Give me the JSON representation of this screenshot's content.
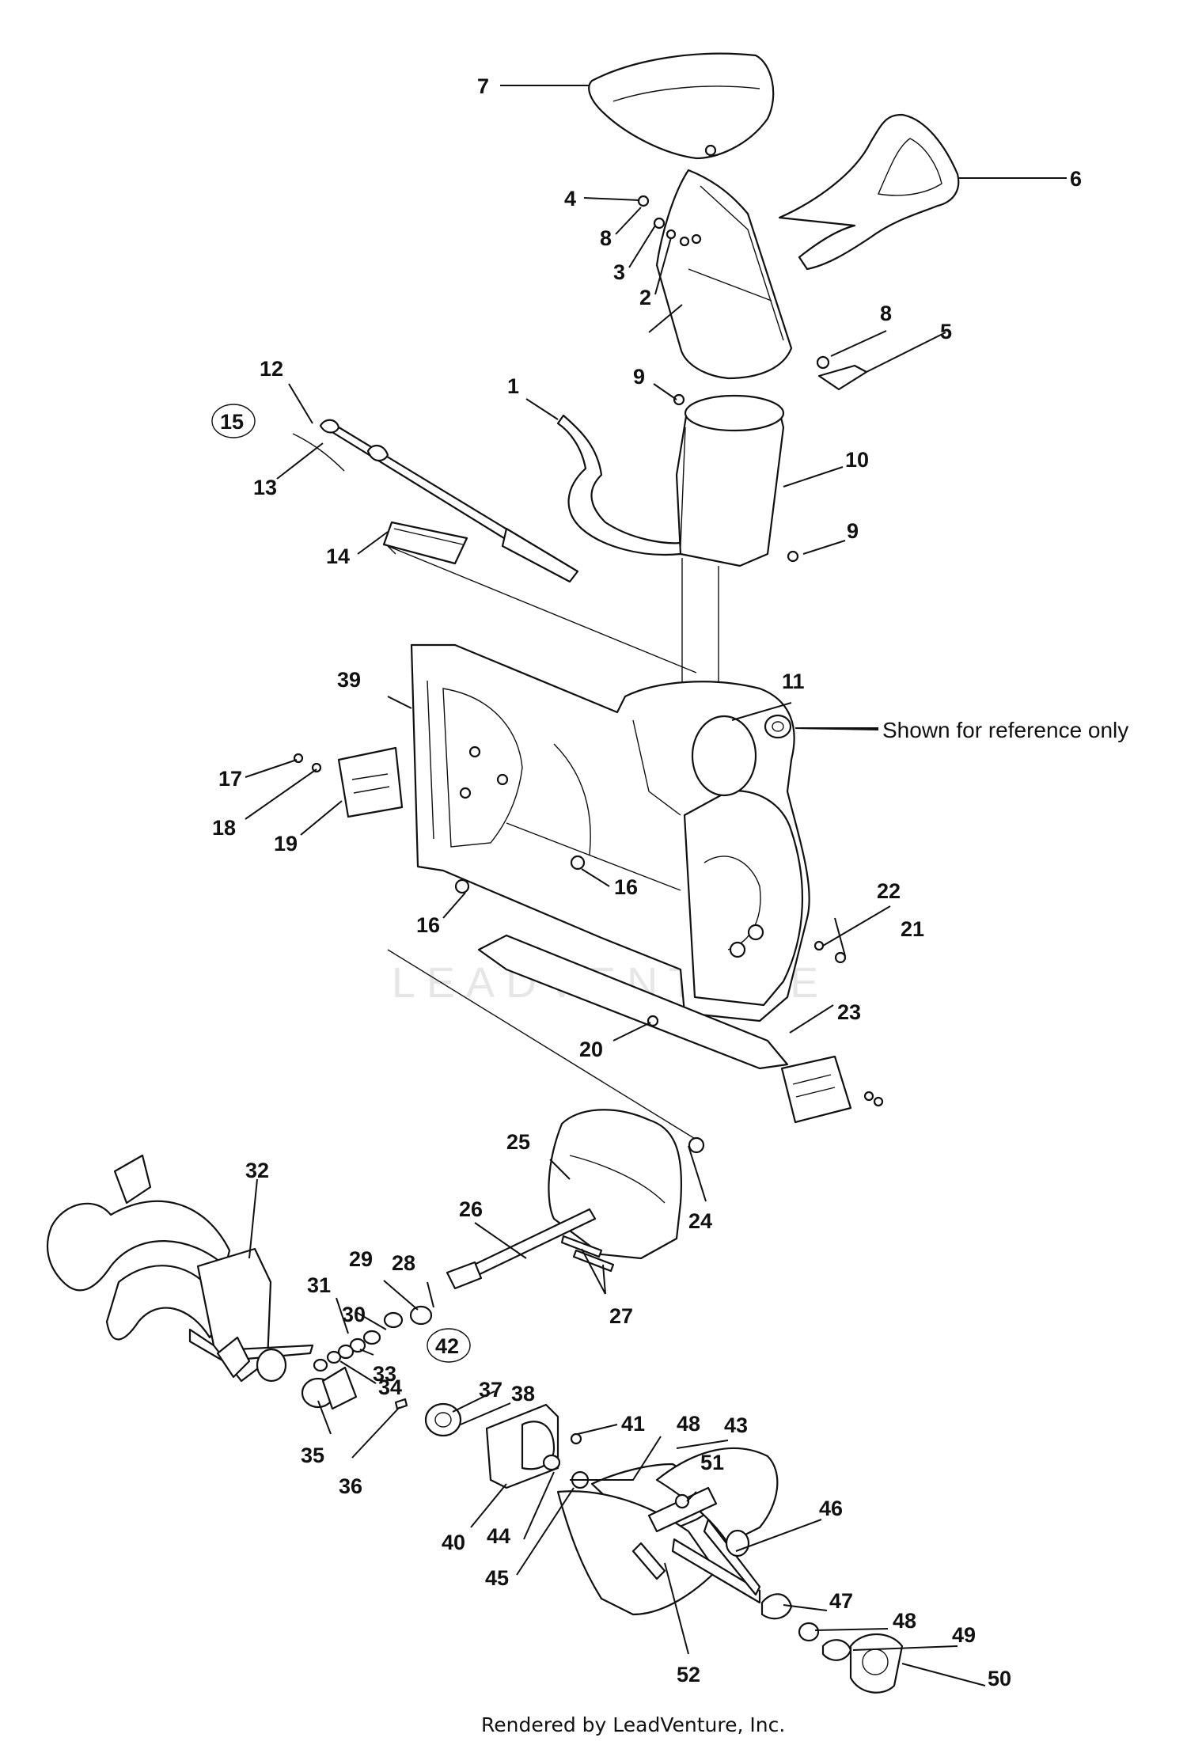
{
  "watermark": "LEADVENTURE",
  "reference_note": "Shown for reference only",
  "footer": "Rendered by LeadVenture, Inc.",
  "kit_callouts": [
    "15",
    "42"
  ],
  "callouts": [
    {
      "id": "c7",
      "num": "7"
    },
    {
      "id": "c6",
      "num": "6"
    },
    {
      "id": "c4",
      "num": "4"
    },
    {
      "id": "c8a",
      "num": "8"
    },
    {
      "id": "c3",
      "num": "3"
    },
    {
      "id": "c2",
      "num": "2"
    },
    {
      "id": "c8b",
      "num": "8"
    },
    {
      "id": "c5",
      "num": "5"
    },
    {
      "id": "c12",
      "num": "12"
    },
    {
      "id": "c13",
      "num": "13"
    },
    {
      "id": "c1",
      "num": "1"
    },
    {
      "id": "c9a",
      "num": "9"
    },
    {
      "id": "c10",
      "num": "10"
    },
    {
      "id": "c9b",
      "num": "9"
    },
    {
      "id": "c14",
      "num": "14"
    },
    {
      "id": "c39",
      "num": "39"
    },
    {
      "id": "c11",
      "num": "11"
    },
    {
      "id": "c17",
      "num": "17"
    },
    {
      "id": "c18",
      "num": "18"
    },
    {
      "id": "c19",
      "num": "19"
    },
    {
      "id": "c16a",
      "num": "16"
    },
    {
      "id": "c16b",
      "num": "16"
    },
    {
      "id": "c22",
      "num": "22"
    },
    {
      "id": "c21",
      "num": "21"
    },
    {
      "id": "c23",
      "num": "23"
    },
    {
      "id": "c20",
      "num": "20"
    },
    {
      "id": "c25",
      "num": "25"
    },
    {
      "id": "c24",
      "num": "24"
    },
    {
      "id": "c32",
      "num": "32"
    },
    {
      "id": "c26",
      "num": "26"
    },
    {
      "id": "c29",
      "num": "29"
    },
    {
      "id": "c28",
      "num": "28"
    },
    {
      "id": "c27",
      "num": "27"
    },
    {
      "id": "c31",
      "num": "31"
    },
    {
      "id": "c30",
      "num": "30"
    },
    {
      "id": "c33",
      "num": "33"
    },
    {
      "id": "c34",
      "num": "34"
    },
    {
      "id": "c35",
      "num": "35"
    },
    {
      "id": "c36",
      "num": "36"
    },
    {
      "id": "c37",
      "num": "37"
    },
    {
      "id": "c38",
      "num": "38"
    },
    {
      "id": "c41",
      "num": "41"
    },
    {
      "id": "c48a",
      "num": "48"
    },
    {
      "id": "c43",
      "num": "43"
    },
    {
      "id": "c51",
      "num": "51"
    },
    {
      "id": "c46",
      "num": "46"
    },
    {
      "id": "c40",
      "num": "40"
    },
    {
      "id": "c44",
      "num": "44"
    },
    {
      "id": "c45",
      "num": "45"
    },
    {
      "id": "c47",
      "num": "47"
    },
    {
      "id": "c48b",
      "num": "48"
    },
    {
      "id": "c49",
      "num": "49"
    },
    {
      "id": "c50",
      "num": "50"
    },
    {
      "id": "c52",
      "num": "52"
    }
  ]
}
